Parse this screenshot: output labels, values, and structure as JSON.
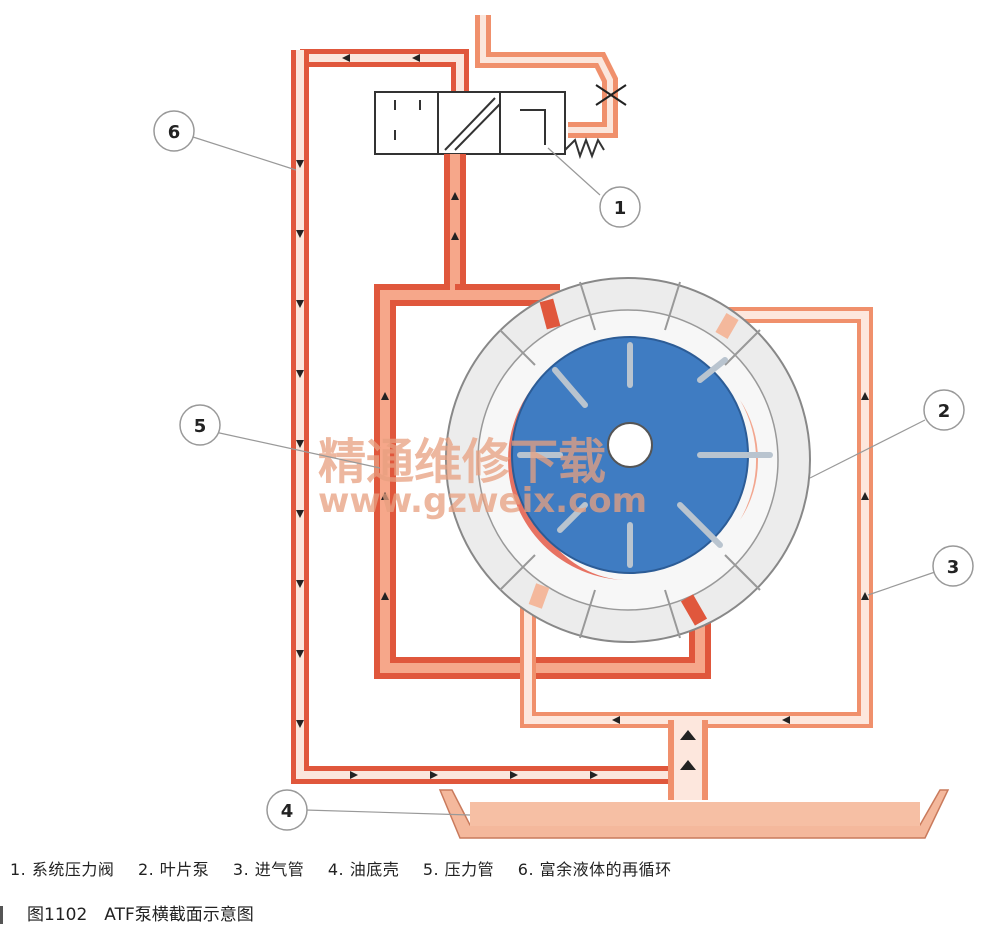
{
  "callouts": {
    "c1": "1",
    "c2": "2",
    "c3": "3",
    "c4": "4",
    "c5": "5",
    "c6": "6"
  },
  "legend": {
    "item1": "1. 系统压力阀",
    "item2": "2. 叶片泵",
    "item3": "3. 进气管",
    "item4": "4. 油底壳",
    "item5": "5. 压力管",
    "item6": "6. 富余液体的再循环"
  },
  "caption": "图1102　ATF泵横截面示意图",
  "watermark": {
    "line1": "精通维修下载",
    "line2": "www.gzweix.com"
  },
  "colors": {
    "pressure_line": "#e8553a",
    "intake_line": "#f4b89c",
    "rotor": "#3f7cc2",
    "housing": "#ececec",
    "sump": "#f4b89c"
  }
}
